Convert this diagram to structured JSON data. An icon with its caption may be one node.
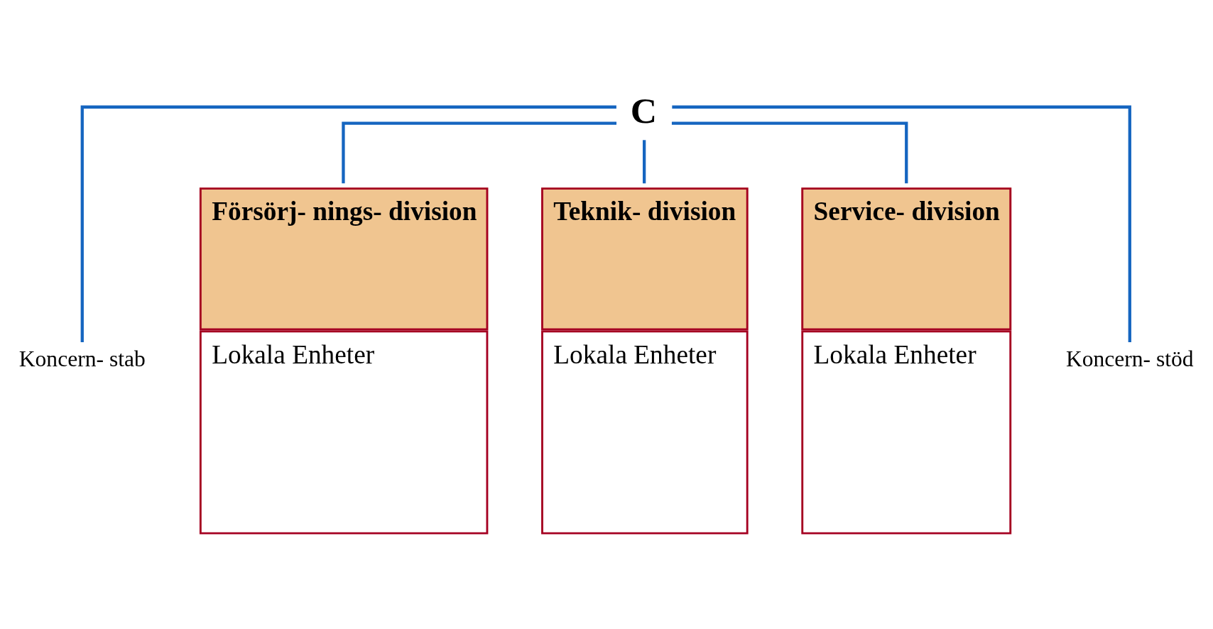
{
  "diagram": {
    "nodes": [
      {
        "text": [
          "C"
        ]
      },
      {
        "text": [
          "Koncern- stab"
        ]
      },
      {
        "text": [
          "Försörj- nings- division",
          "Lokala Enheter"
        ]
      },
      {
        "text": [
          "Teknik- division",
          "Lokala Enheter"
        ]
      },
      {
        "text": [
          "Service- division",
          "Lokala Enheter"
        ]
      },
      {
        "text": [
          "Koncern- stöd"
        ]
      }
    ],
    "edges": [
      {
        "from": 0,
        "to": 1,
        "arrow": "none"
      },
      {
        "from": 0,
        "to": 2,
        "arrow": "none"
      },
      {
        "from": 0,
        "to": 3,
        "arrow": "none"
      },
      {
        "from": 0,
        "to": 4,
        "arrow": "none"
      },
      {
        "from": 0,
        "to": 5,
        "arrow": "none"
      }
    ]
  }
}
